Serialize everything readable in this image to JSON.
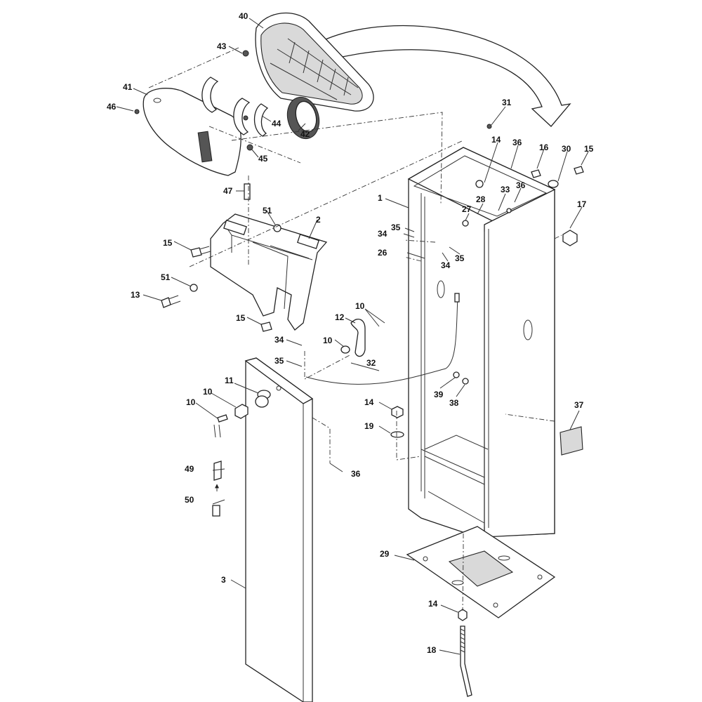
{
  "diagram": {
    "labels": [
      "1",
      "2",
      "3",
      "10",
      "10",
      "10",
      "10",
      "11",
      "12",
      "13",
      "14",
      "14",
      "14",
      "14",
      "15",
      "15",
      "15",
      "15",
      "16",
      "17",
      "18",
      "19",
      "26",
      "27",
      "28",
      "29",
      "30",
      "31",
      "32",
      "33",
      "34",
      "34",
      "34",
      "35",
      "35",
      "35",
      "36",
      "36",
      "36",
      "37",
      "38",
      "39",
      "40",
      "41",
      "42",
      "43",
      "44",
      "45",
      "46",
      "47",
      "49",
      "50",
      "51",
      "51"
    ]
  }
}
